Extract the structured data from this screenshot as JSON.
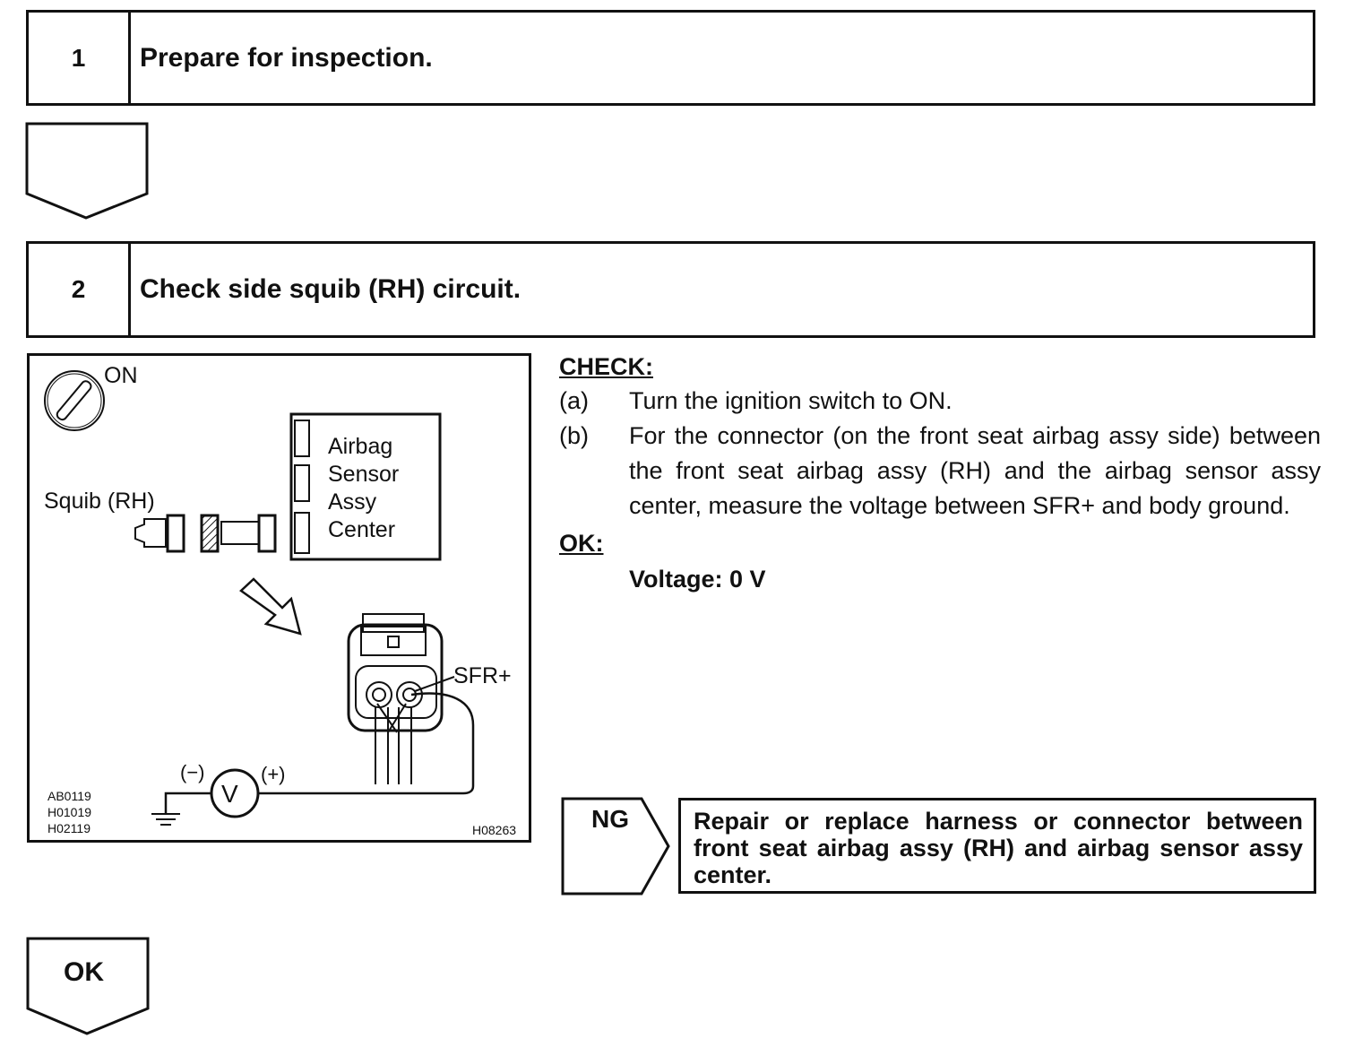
{
  "step1": {
    "number": "1",
    "title": "Prepare for inspection."
  },
  "step2": {
    "number": "2",
    "title": "Check side squib (RH) circuit."
  },
  "figure": {
    "switch_label": "ON",
    "module_lines": [
      "Airbag",
      "Sensor",
      "Assy",
      "Center"
    ],
    "squib_label": "Squib (RH)",
    "terminal_label": "SFR+",
    "meter_minus": "(−)",
    "meter_plus": "(+)",
    "meter_symbol": "V",
    "ref_codes": [
      "AB0119",
      "H01019",
      "H02119"
    ],
    "figure_code": "H08263"
  },
  "check": {
    "heading": "CHECK:",
    "items": [
      {
        "label": "(a)",
        "text": "Turn the ignition switch to ON."
      },
      {
        "label": "(b)",
        "text": "For the connector (on the front seat airbag assy side) between the front seat airbag assy (RH) and the airbag sensor assy center, measure the voltage between SFR+ and body ground."
      }
    ],
    "ok_heading": "OK:",
    "ok_value": "Voltage: 0 V"
  },
  "ng": {
    "label": "NG",
    "text": "Repair or replace harness or connector between front seat airbag assy (RH) and airbag sensor assy center."
  },
  "ok_flow": {
    "label": "OK"
  }
}
